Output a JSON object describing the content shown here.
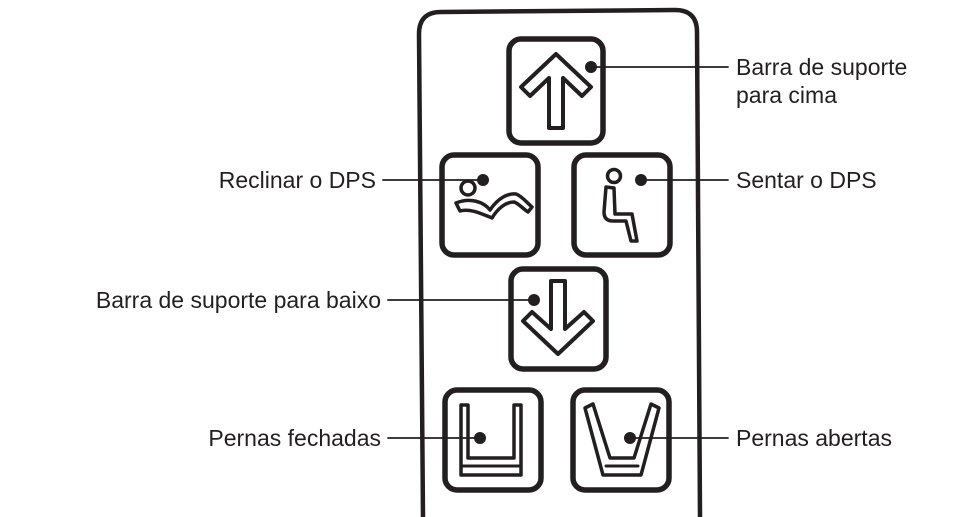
{
  "labels": {
    "support_bar_up": [
      "Barra de suporte",
      "para cima"
    ],
    "recline": "Reclinar o DPS",
    "sit": "Sentar o DPS",
    "support_bar_down": "Barra de suporte para baixo",
    "legs_closed": "Pernas fechadas",
    "legs_open": "Pernas abertas"
  },
  "buttons": [
    {
      "id": "support-bar-up",
      "icon": "arrow-up-icon"
    },
    {
      "id": "recline",
      "icon": "recline-figure-icon"
    },
    {
      "id": "sit",
      "icon": "seated-figure-icon"
    },
    {
      "id": "support-bar-down",
      "icon": "arrow-down-icon"
    },
    {
      "id": "legs-closed",
      "icon": "legs-closed-icon"
    },
    {
      "id": "legs-open",
      "icon": "legs-open-icon"
    }
  ],
  "colors": {
    "ink": "#231f20",
    "background": "#ffffff"
  }
}
